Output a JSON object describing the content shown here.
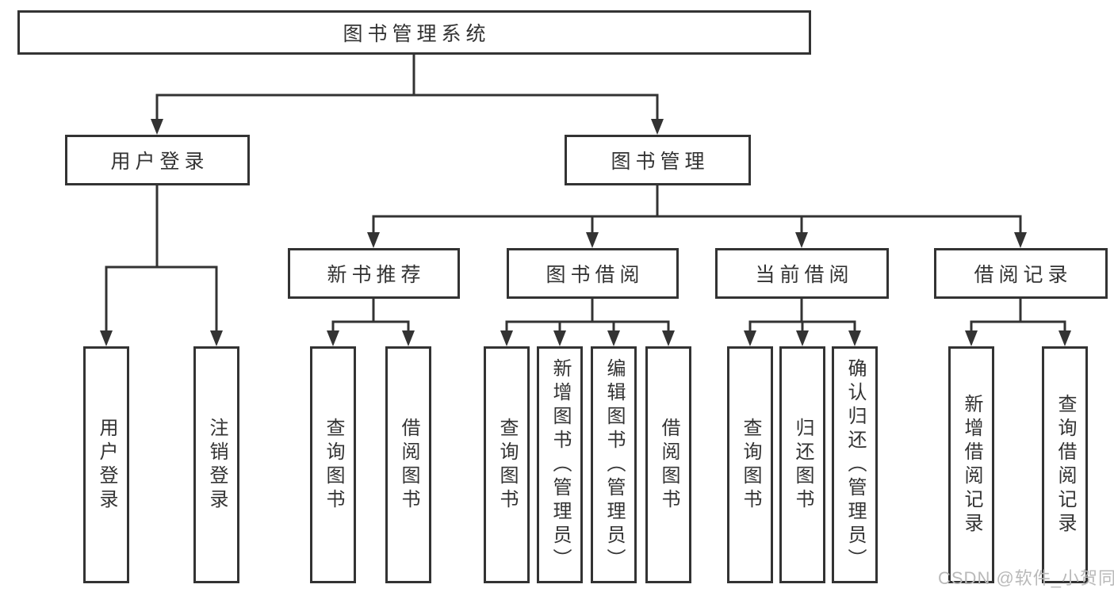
{
  "tree": {
    "root": {
      "label": "图书管理系统"
    },
    "branches": [
      {
        "label": "用户登录",
        "children": [
          {
            "label": "用户登录"
          },
          {
            "label": "注销登录"
          }
        ]
      },
      {
        "label": "图书管理",
        "children": [
          {
            "label": "新书推荐",
            "children": [
              {
                "label": "查询图书"
              },
              {
                "label": "借阅图书"
              }
            ]
          },
          {
            "label": "图书借阅",
            "children": [
              {
                "label": "查询图书"
              },
              {
                "label": "新增图书（管理员）"
              },
              {
                "label": "编辑图书（管理员）"
              },
              {
                "label": "借阅图书"
              }
            ]
          },
          {
            "label": "当前借阅",
            "children": [
              {
                "label": "查询图书"
              },
              {
                "label": "归还图书"
              },
              {
                "label": "确认归还（管理员）"
              }
            ]
          },
          {
            "label": "借阅记录",
            "children": [
              {
                "label": "新增借阅记录"
              },
              {
                "label": "查询借阅记录"
              }
            ]
          }
        ]
      }
    ]
  },
  "watermark": "CSDN @软件_小贺同学",
  "colors": {
    "line": "#333333",
    "text": "#333333",
    "background": "#ffffff",
    "watermark": "#b9b9b9"
  }
}
